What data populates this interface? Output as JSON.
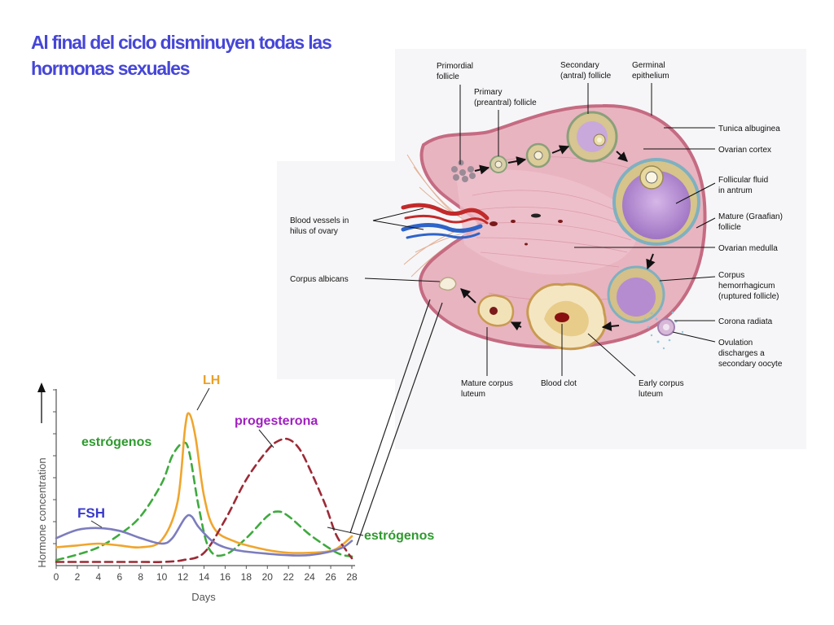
{
  "title": {
    "line1": "Al final del ciclo disminuyen todas las",
    "line2": "hormonas sexuales"
  },
  "ovary": {
    "labels": {
      "primordial": [
        "Primordial",
        "follicle"
      ],
      "primary": [
        "Primary",
        "(preantral) follicle"
      ],
      "secondary": [
        "Secondary",
        "(antral) follicle"
      ],
      "germinal": [
        "Germinal",
        "epithelium"
      ],
      "tunica": [
        "Tunica albuginea"
      ],
      "cortex": [
        "Ovarian cortex"
      ],
      "fluid": [
        "Follicular fluid",
        "in antrum"
      ],
      "graafian": [
        "Mature (Graafian)",
        "follicle"
      ],
      "medulla": [
        "Ovarian medulla"
      ],
      "hemorrhagicum": [
        "Corpus",
        "hemorrhagicum",
        "(ruptured follicle)"
      ],
      "radiata": [
        "Corona radiata"
      ],
      "ovulation": [
        "Ovulation",
        "discharges a",
        "secondary oocyte"
      ],
      "early_luteum": [
        "Early corpus",
        "luteum"
      ],
      "clot": [
        "Blood clot"
      ],
      "mature_luteum": [
        "Mature corpus",
        "luteum"
      ],
      "albicans": [
        "Corpus albicans"
      ],
      "vessels": [
        "Blood vessels in",
        "hilus of ovary"
      ]
    }
  },
  "colors": {
    "title": "#4646d8",
    "estrogen": "#3eaa3e",
    "lh": "#f0a52d",
    "progesterone": "#9c2a36",
    "fsh": "#7c7cbe",
    "progesterone_label": "#a020c0",
    "fsh_label": "#3a3acc"
  },
  "chart_data": {
    "type": "line",
    "xlabel": "Days",
    "ylabel": "Hormone concentration",
    "xlim": [
      0,
      28
    ],
    "ylim": [
      0,
      10
    ],
    "x_ticks": [
      "0",
      "2",
      "4",
      "6",
      "8",
      "10",
      "12",
      "14",
      "16",
      "18",
      "20",
      "22",
      "24",
      "26",
      "28"
    ],
    "series": [
      {
        "name": "estrógenos",
        "style": "dashed",
        "points": [
          [
            0,
            0.3
          ],
          [
            2,
            0.6
          ],
          [
            4,
            1.0
          ],
          [
            6,
            1.7
          ],
          [
            8,
            2.7
          ],
          [
            10,
            4.5
          ],
          [
            11,
            6.0
          ],
          [
            12,
            6.7
          ],
          [
            12.6,
            6.2
          ],
          [
            13.5,
            3.2
          ],
          [
            14.5,
            0.9
          ],
          [
            16,
            0.6
          ],
          [
            18,
            1.5
          ],
          [
            20,
            2.7
          ],
          [
            21,
            2.95
          ],
          [
            22,
            2.7
          ],
          [
            24,
            1.7
          ],
          [
            26,
            0.9
          ],
          [
            27,
            0.6
          ],
          [
            28,
            0.5
          ]
        ]
      },
      {
        "name": "LH",
        "style": "solid",
        "points": [
          [
            0,
            1.0
          ],
          [
            2,
            1.1
          ],
          [
            4,
            1.2
          ],
          [
            6,
            1.1
          ],
          [
            8,
            1.0
          ],
          [
            10,
            1.4
          ],
          [
            11.5,
            3.5
          ],
          [
            12.2,
            7.5
          ],
          [
            12.6,
            8.3
          ],
          [
            13.2,
            7.0
          ],
          [
            14,
            3.8
          ],
          [
            15,
            2.0
          ],
          [
            17,
            1.3
          ],
          [
            20,
            0.85
          ],
          [
            22,
            0.7
          ],
          [
            24,
            0.7
          ],
          [
            26,
            0.8
          ],
          [
            27,
            1.1
          ],
          [
            28,
            1.6
          ]
        ]
      },
      {
        "name": "progesterona",
        "style": "dashed",
        "points": [
          [
            0,
            0.2
          ],
          [
            4,
            0.2
          ],
          [
            8,
            0.2
          ],
          [
            10,
            0.2
          ],
          [
            12,
            0.3
          ],
          [
            14,
            0.7
          ],
          [
            16,
            2.5
          ],
          [
            18,
            4.7
          ],
          [
            20,
            6.3
          ],
          [
            21,
            6.8
          ],
          [
            22,
            6.9
          ],
          [
            23,
            6.4
          ],
          [
            24,
            5.3
          ],
          [
            25.5,
            3.3
          ],
          [
            26.5,
            1.7
          ],
          [
            27.5,
            0.8
          ],
          [
            28,
            0.4
          ]
        ]
      },
      {
        "name": "FSH",
        "style": "solid",
        "points": [
          [
            0,
            1.5
          ],
          [
            2,
            1.95
          ],
          [
            4,
            2.05
          ],
          [
            6,
            1.9
          ],
          [
            8,
            1.5
          ],
          [
            10,
            1.2
          ],
          [
            11,
            1.5
          ],
          [
            12.2,
            2.6
          ],
          [
            12.8,
            2.7
          ],
          [
            13.5,
            2.1
          ],
          [
            15,
            1.25
          ],
          [
            17,
            0.85
          ],
          [
            20,
            0.65
          ],
          [
            23,
            0.55
          ],
          [
            25,
            0.65
          ],
          [
            27,
            0.95
          ],
          [
            28,
            1.35
          ]
        ]
      }
    ],
    "annotations": [
      "LH",
      "estrógenos",
      "progesterona",
      "FSH",
      "estrógenos"
    ]
  }
}
